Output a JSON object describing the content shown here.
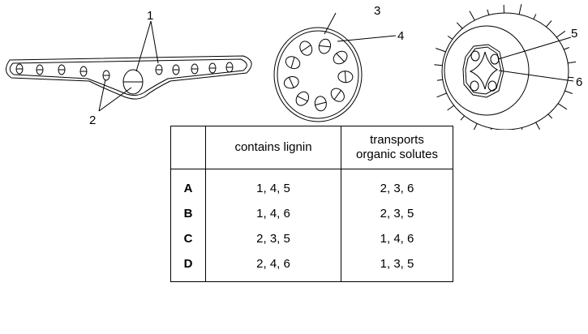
{
  "diagram": {
    "labels": [
      "1",
      "2",
      "3",
      "4",
      "5",
      "6"
    ]
  },
  "table": {
    "headers": [
      "",
      "contains lignin",
      "transports",
      "organic solutes"
    ],
    "rows": [
      {
        "key": "A",
        "lignin": "1, 4, 5",
        "transports": "2, 3, 6"
      },
      {
        "key": "B",
        "lignin": "1, 4, 6",
        "transports": "2, 3, 5"
      },
      {
        "key": "C",
        "lignin": "2, 3, 5",
        "transports": "1, 4, 6"
      },
      {
        "key": "D",
        "lignin": "2, 4, 6",
        "transports": "1, 3, 5"
      }
    ]
  }
}
